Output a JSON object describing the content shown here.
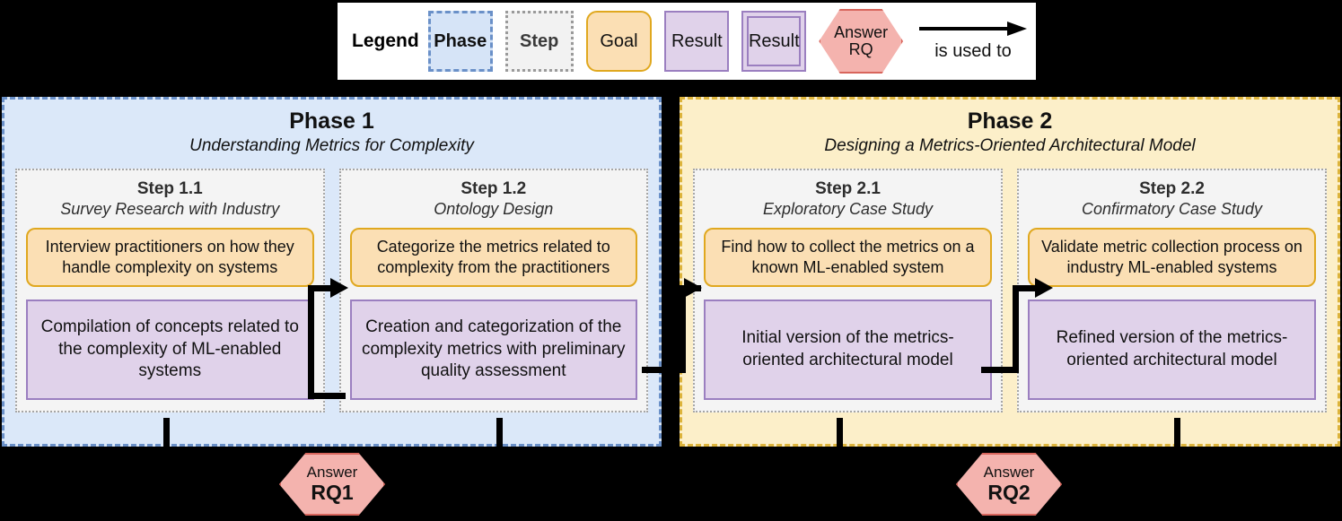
{
  "legend": {
    "title": "Legend",
    "items": [
      {
        "key": "phase",
        "label": "Phase"
      },
      {
        "key": "step",
        "label": "Step"
      },
      {
        "key": "goal",
        "label": "Goal"
      },
      {
        "key": "result",
        "label": "Result"
      },
      {
        "key": "result_refined",
        "label": "Result"
      },
      {
        "key": "answer_rq",
        "label_line1": "Answer",
        "label_line2": "RQ"
      }
    ],
    "arrow_label": "is used to"
  },
  "colors": {
    "phase1_fill": "#dbe8f9",
    "phase1_border": "#6a90c8",
    "phase2_fill": "#fcefc9",
    "phase2_border": "#ddb43c",
    "step_fill": "#f4f4f4",
    "step_border": "#a6a6a6",
    "goal_fill": "#fbdfb4",
    "goal_border": "#e0a81f",
    "result_fill": "#e0d2ea",
    "result_border": "#9b7fc0",
    "hex_fill": "#f4b3ae",
    "hex_border": "#d8655c",
    "connector": "#000000",
    "background": "#000000"
  },
  "phases": [
    {
      "title": "Phase 1",
      "subtitle": "Understanding Metrics for Complexity",
      "steps": [
        {
          "title": "Step 1.1",
          "subtitle": "Survey Research with Industry",
          "goal": "Interview practitioners on how they handle complexity on systems",
          "result": "Compilation of concepts related to the complexity of ML-enabled systems",
          "result_refined": false
        },
        {
          "title": "Step 1.2",
          "subtitle": "Ontology Design",
          "goal": "Categorize the metrics related to complexity from the practitioners",
          "result": "Creation and categorization of the complexity metrics with preliminary quality assessment",
          "result_refined": false
        }
      ]
    },
    {
      "title": "Phase 2",
      "subtitle": "Designing a Metrics-Oriented Architectural Model",
      "steps": [
        {
          "title": "Step 2.1",
          "subtitle": "Exploratory Case Study",
          "goal": "Find how to collect the metrics on a known ML-enabled system",
          "result": "Initial version of the metrics-oriented architectural model",
          "result_refined": false
        },
        {
          "title": "Step 2.2",
          "subtitle": "Confirmatory Case Study",
          "goal": "Validate metric collection process on industry ML-enabled systems",
          "result": "Refined version of the metrics-oriented architectural model",
          "result_refined": false
        }
      ]
    }
  ],
  "answers": [
    {
      "line1": "Answer",
      "id": "RQ1"
    },
    {
      "line1": "Answer",
      "id": "RQ2"
    }
  ]
}
